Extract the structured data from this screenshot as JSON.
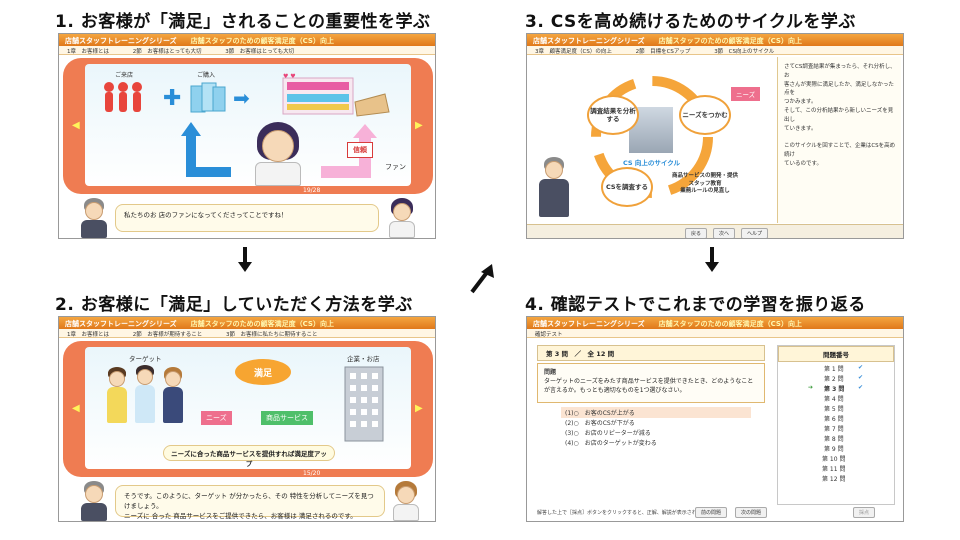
{
  "steps": [
    {
      "title": "1. お客様が「満足」されることの重要性を学ぶ"
    },
    {
      "title": "2. お客様に「満足」していただく方法を学ぶ"
    },
    {
      "title": "3. CSを高め続けるためのサイクルを学ぶ"
    },
    {
      "title": "4. 確認テストでこれまでの学習を振り返る"
    }
  ],
  "app": {
    "series": "店舗スタッフトレーニングシリーズ",
    "course": "店舗スタッフのための顧客満足度（CS）向上"
  },
  "shot1": {
    "tabs": [
      "1章　お客様とは",
      "2節　お客様はとっても大切",
      "3節　お客様はとっても大切"
    ],
    "labels": {
      "visit": "ご来店",
      "purchase": "ご購入",
      "trust": "信頼",
      "fan": "ファン"
    },
    "page": "19/28",
    "bubble": "私たちのお 店のファンになってくださってことですね！"
  },
  "shot2": {
    "tabs": [
      "1章　お客様とは",
      "2節　お客様が期待すること",
      "3節　お客様に私たちに期待すること"
    ],
    "labels": {
      "target": "ターゲット",
      "company": "企業・お店",
      "satisfaction": "満足",
      "needs": "ニーズ",
      "products": "商品サービス"
    },
    "caption": "ニーズに合った商品サービスを提供すれば満足度アップ",
    "page": "15/20",
    "bubble_lines": [
      "そうです。このように、ターゲット が分かったら、その 特性を分析してニーズを見つけましょう。",
      "ニーズに 合った 商品サービスをご提供できたら、お客様は 満足されるのです。"
    ]
  },
  "shot3": {
    "tabs": [
      "3章　顧客満足度（CS）の向上",
      "2節　目標をCSアップ",
      "3節　CS向上のサイクル"
    ],
    "cycle": {
      "center": "CS 向上のサイクル",
      "research": "調査結果を分析する",
      "needs": "ニーズをつかむ",
      "improve": "商品サービスの開発・提供\nスタッフ教育\n業務ルールの見直し",
      "survey": "CSを調査する",
      "needs_tag": "ニーズ"
    },
    "side_text": [
      "さてCS調査結果が集まったら、それ分析し、お",
      "客さんが実際に満足したか、満足しなかった点を",
      "つかみます。",
      "そして、この分析結果から新しいニーズを見出し",
      "ていきます。",
      "",
      "このサイクルを回すことで、企業はCSを高め続け",
      "ているのです。"
    ],
    "buttons": {
      "back": "戻る",
      "next": "次へ",
      "help": "ヘルプ"
    }
  },
  "shot4": {
    "tab": "確認テスト",
    "question_head": "第 3 問　／　全 12 問",
    "question_label": "問題",
    "question_text": "ターゲットのニーズをみたす商品サービスを提供できたとき、どのようなことが言えるか。もっとも適切なものを1つ選びなさい。",
    "choices": [
      "(1)○　お客のCSが上がる",
      "(2)○　お客のCSが下がる",
      "(3)○　お店のリピーターが減る",
      "(4)○　お店のターゲットが変わる"
    ],
    "list_head": "問題番号",
    "list": [
      "第 1 問",
      "第 2 問",
      "第 3 問",
      "第 4 問",
      "第 5 問",
      "第 6 問",
      "第 7 問",
      "第 8 問",
      "第 9 問",
      "第 10 問",
      "第 11 問",
      "第 12 問"
    ],
    "footer": "解答した上で［採点］ボタンをクリックすると、正解、解説が表示されます。",
    "buttons": {
      "prev": "前の問題",
      "next": "次の問題",
      "grade": "採点"
    }
  }
}
